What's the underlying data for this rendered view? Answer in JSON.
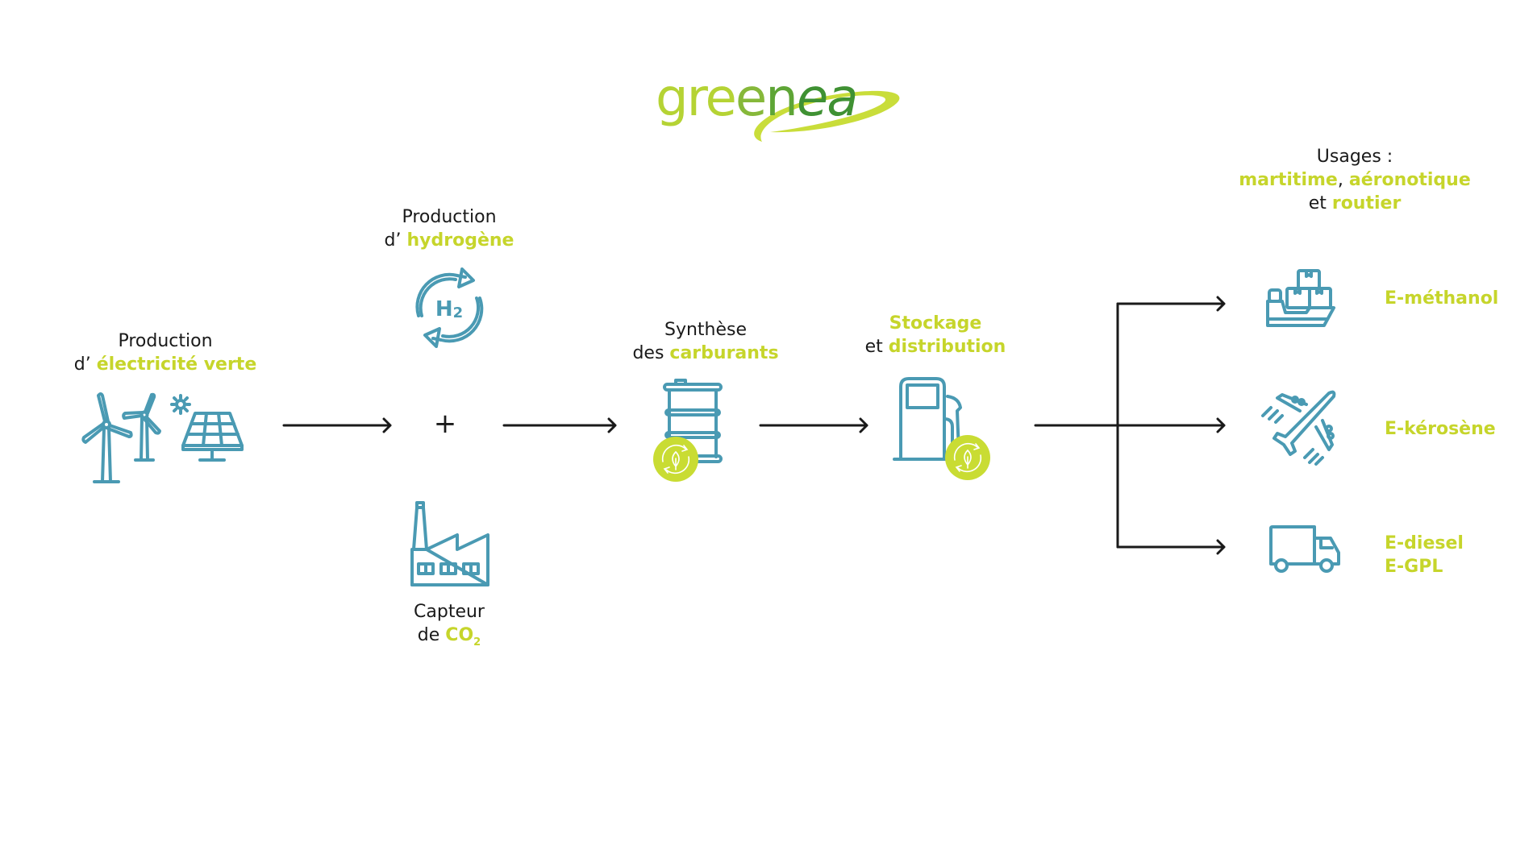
{
  "logo": {
    "text": "greenea",
    "parts": [
      "gre",
      "e",
      "n",
      "ea"
    ]
  },
  "colors": {
    "teal": "#4a9ab3",
    "lime": "#c6d52b",
    "text": "#1a1a1a",
    "logo_light": "#b5d334",
    "logo_mid": "#86b83a",
    "logo_dark": "#3f9133"
  },
  "steps": {
    "electricity": {
      "line1": "Production",
      "line2_prefix": "d’ ",
      "line2_highlight": "électricité verte",
      "icon": "wind-turbine-solar-panel-icon"
    },
    "hydrogen": {
      "line1": "Production",
      "line2_prefix": "d’ ",
      "line2_highlight": "hydrogène",
      "icon": "h2-cycle-icon",
      "icon_text": "H2"
    },
    "co2": {
      "line1": "Capteur",
      "line2_prefix": "de ",
      "line2_highlight": "CO",
      "subscript": "2",
      "icon": "factory-icon"
    },
    "synthesis": {
      "line1": "Synthèse",
      "line2_prefix": "des ",
      "line2_highlight": "carburants",
      "icon": "fuel-barrel-icon"
    },
    "storage": {
      "line1_highlight": "Stockage",
      "line2_prefix": "et ",
      "line2_highlight": "distribution",
      "icon": "fuel-pump-icon"
    }
  },
  "operator": {
    "plus": "+"
  },
  "usages": {
    "title": "Usages :",
    "line2_a": "martitime",
    "line2_sep": ", ",
    "line2_b": "aéronotique",
    "line3_prefix": "et ",
    "line3_highlight": "routier",
    "items": [
      {
        "fuel": "E-méthanol",
        "icon": "cargo-ship-icon"
      },
      {
        "fuel": "E-kérosène",
        "icon": "airplane-icon"
      },
      {
        "fuel": "E-diesel",
        "fuel2": "E-GPL",
        "icon": "delivery-truck-icon"
      }
    ]
  }
}
